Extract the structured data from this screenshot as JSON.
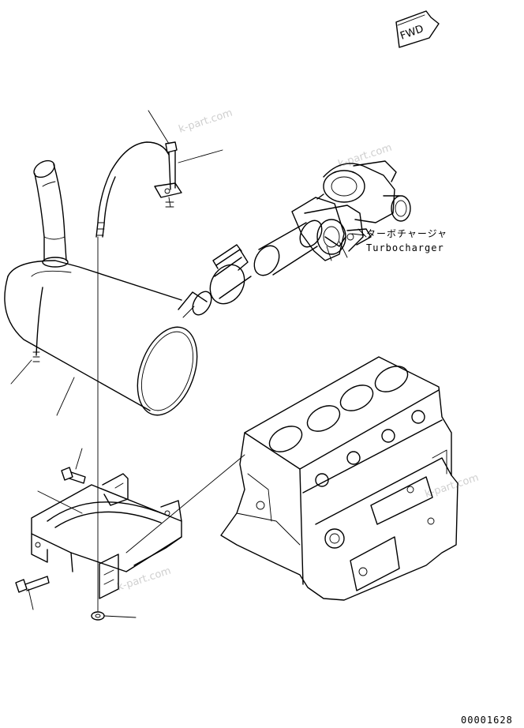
{
  "direction_marker": {
    "text": "FWD",
    "icon": "forward-arrow-icon"
  },
  "callouts": {
    "turbocharger_jp": "ターボチャージャ",
    "turbocharger_en": "Turbocharger"
  },
  "watermark": "k-part.com",
  "drawing_number": "00001628",
  "parts": [
    "muffler",
    "exhaust-pipe",
    "u-bolt",
    "clamp",
    "connector-pipe",
    "turbocharger",
    "muffler-bracket",
    "bolt",
    "nut",
    "engine-block"
  ]
}
